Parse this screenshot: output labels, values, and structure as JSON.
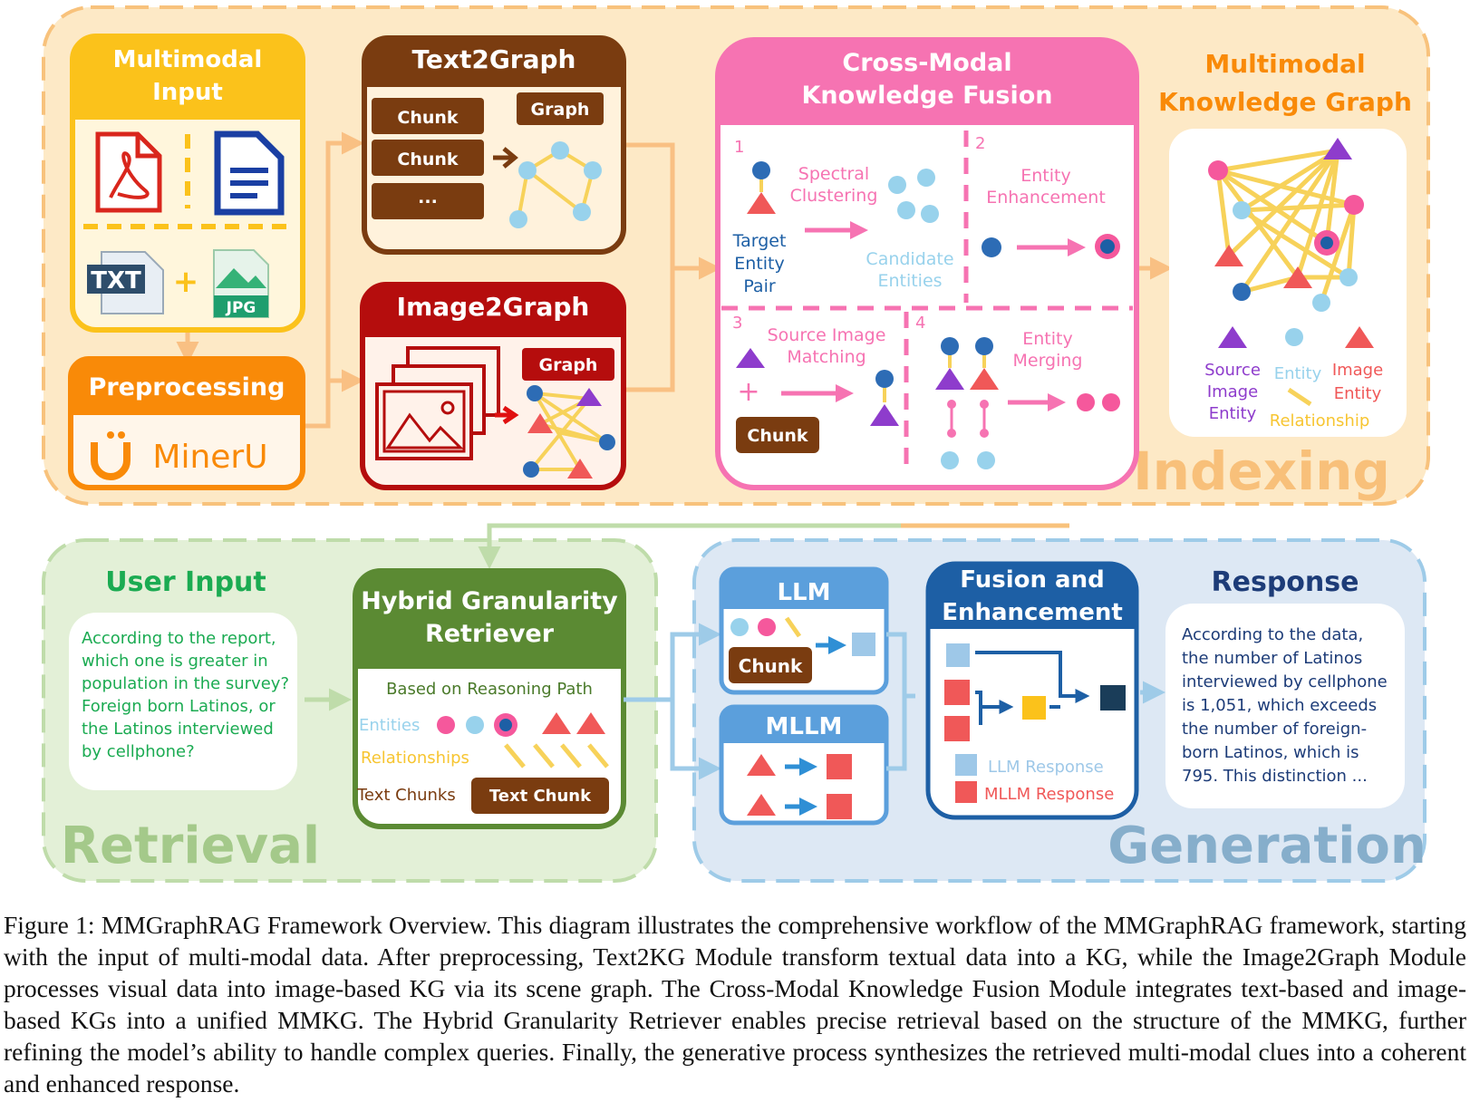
{
  "sections": {
    "indexing": "Indexing",
    "retrieval": "Retrieval",
    "generation": "Generation"
  },
  "multimodal_input": {
    "title_line1": "Multimodal",
    "title_line2": "Input",
    "txt_label": "TXT",
    "plus": "+",
    "jpg_label": "JPG"
  },
  "preprocessing": {
    "title": "Preprocessing",
    "tool": "MinerU"
  },
  "text2graph": {
    "title": "Text2Graph",
    "chunks": [
      "Chunk",
      "Chunk",
      "..."
    ],
    "graph_label": "Graph"
  },
  "image2graph": {
    "title": "Image2Graph",
    "graph_label": "Graph"
  },
  "fusion": {
    "title_line1": "Cross-Modal",
    "title_line2": "Knowledge Fusion",
    "step1": {
      "num": "1",
      "label_line1": "Spectral",
      "label_line2": "Clustering",
      "target_line1": "Target",
      "target_line2": "Entity",
      "target_line3": "Pair",
      "candidate_line1": "Candidate",
      "candidate_line2": "Entities"
    },
    "step2": {
      "num": "2",
      "label_line1": "Entity",
      "label_line2": "Enhancement"
    },
    "step3": {
      "num": "3",
      "label_line1": "Source Image",
      "label_line2": "Matching",
      "plus": "+",
      "chunk": "Chunk"
    },
    "step4": {
      "num": "4",
      "label_line1": "Entity",
      "label_line2": "Merging"
    }
  },
  "mmkg": {
    "title_line1": "Multimodal",
    "title_line2": "Knowledge Graph",
    "legend": {
      "source_line1": "Source",
      "source_line2": "Image",
      "source_line3": "Entity",
      "entity": "Entity",
      "image_line1": "Image",
      "image_line2": "Entity",
      "relationship": "Relationship"
    }
  },
  "user_input": {
    "title": "User Input",
    "lines": [
      "According to the report,",
      "which one is greater in",
      "population in the survey?",
      "Foreign born Latinos, or",
      "the Latinos interviewed",
      "by cellphone?"
    ]
  },
  "retriever": {
    "title_line1": "Hybrid Granularity",
    "title_line2": "Retriever",
    "subtitle": "Based on Reasoning Path",
    "entities": "Entities",
    "relationships": "Relationships",
    "text_chunks": "Text Chunks",
    "text_chunk": "Text Chunk"
  },
  "llm": {
    "title": "LLM",
    "chunk": "Chunk"
  },
  "mllm": {
    "title": "MLLM"
  },
  "fusion_enh": {
    "title_line1": "Fusion and",
    "title_line2": "Enhancement",
    "llm_response": "LLM Response",
    "mllm_response": "MLLM Response"
  },
  "response": {
    "title": "Response",
    "lines": [
      "According to the data,",
      "the number of Latinos",
      "interviewed by cellphone",
      "is 1,051, which exceeds",
      "the number of foreign-",
      "born Latinos, which is",
      "795. This distinction ..."
    ]
  },
  "caption": "Figure 1: MMGraphRAG Framework Overview. This diagram illustrates the comprehensive workflow of the MMGraphRAG framework, starting with the input of multi-modal data. After preprocessing, Text2KG Module transform textual data into a KG, while the Image2Graph Module processes visual data into image-based KG via its scene graph. The Cross-Modal Knowledge Fusion Module integrates text-based and image-based KGs into a unified MMKG. The Hybrid Granularity Retriever enables precise retrieval based on the structure of the MMKG, further refining the model’s ability to handle complex queries. Finally, the generative process synthesizes the retrieved multi-modal clues into a coherent and enhanced response.",
  "colors": {
    "indexing_bg": "#fde9c6",
    "indexing_border": "#f8c27c",
    "retrieval_bg": "#e3f0d7",
    "retrieval_border": "#bfdcaa",
    "generation_bg": "#dde8f4",
    "generation_border": "#9ecbe8",
    "input_yellow": "#fbc21b",
    "preproc_orange": "#f98a08",
    "brown": "#7a3c10",
    "red": "#b50d0d",
    "pink": "#f673b2",
    "green": "#5b8a33",
    "blue": "#5b9fdc",
    "navy": "#1d5fa5",
    "node_blue": "#2d6cb5",
    "node_light": "#98d2ec",
    "node_pink": "#f5589c",
    "node_purple": "#8e3ccc",
    "node_red": "#f05858",
    "edge_yellow": "#f7d25a"
  }
}
